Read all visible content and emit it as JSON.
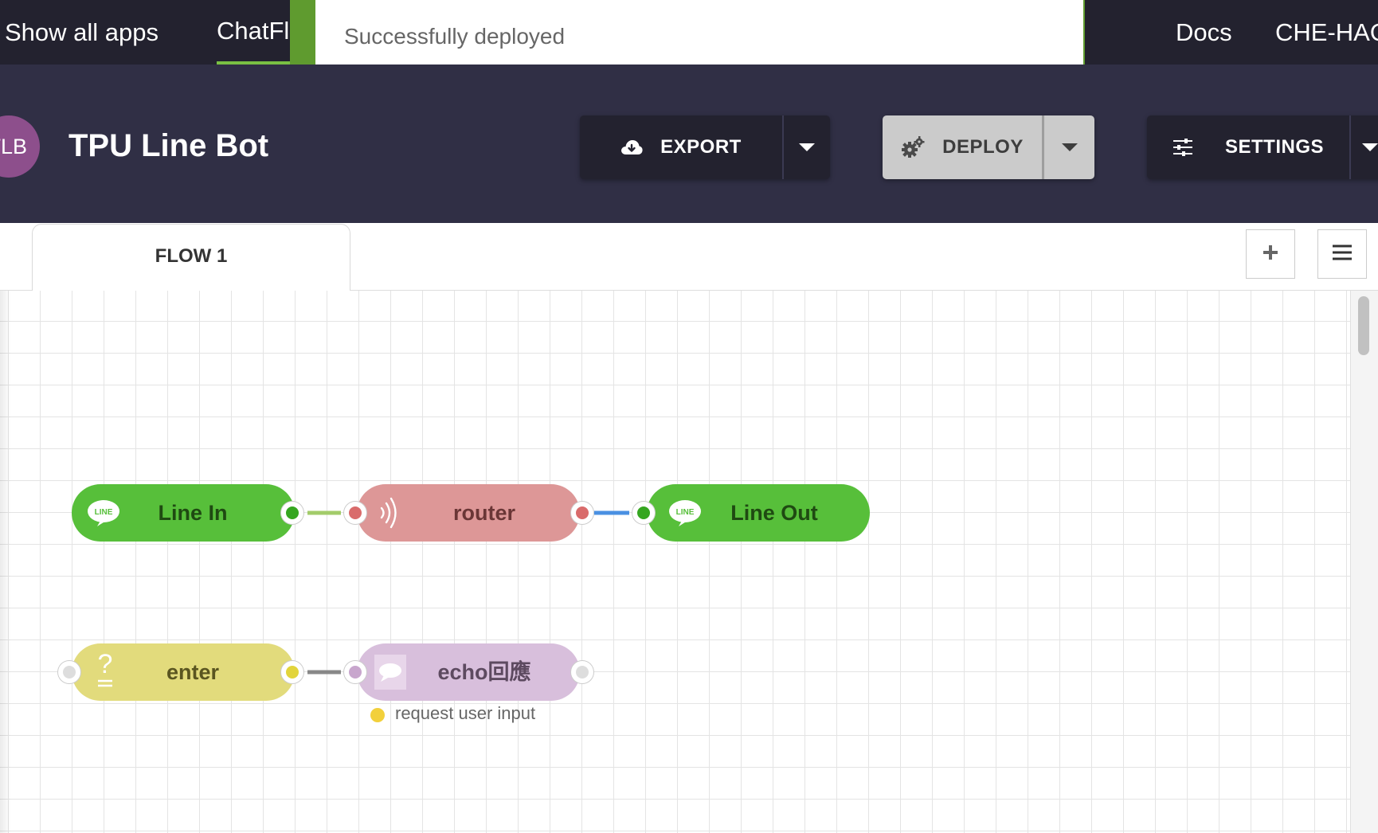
{
  "topnav": {
    "show_all_apps": "Show all apps",
    "chatflow": "ChatFl",
    "docs": "Docs",
    "user": "CHE-HAO"
  },
  "toast": {
    "message": "Successfully deployed",
    "accent_color": "#5f9b2f"
  },
  "header": {
    "avatar_initials": "TLB",
    "app_title": "TPU Line Bot",
    "buttons": {
      "export": "EXPORT",
      "deploy": "DEPLOY",
      "settings": "SETTINGS"
    }
  },
  "tabs": {
    "items": [
      {
        "label": "FLOW 1",
        "active": true
      }
    ]
  },
  "canvas": {
    "nodes": [
      {
        "id": "line-in",
        "label": "Line In",
        "color": "#57bf3a",
        "icon": "line-logo-icon"
      },
      {
        "id": "router",
        "label": "router",
        "color": "#dd9797",
        "icon": "router-signal-icon"
      },
      {
        "id": "line-out",
        "label": "Line Out",
        "color": "#57bf3a",
        "icon": "line-logo-icon"
      },
      {
        "id": "enter",
        "label": "enter",
        "color": "#e2db7c",
        "icon": "question-icon"
      },
      {
        "id": "echo",
        "label": "echo回應",
        "color": "#d8bfdc",
        "icon": "speech-bubble-icon"
      }
    ],
    "wires": [
      {
        "from": "line-in",
        "to": "router",
        "color": "#a3cc6a"
      },
      {
        "from": "router",
        "to": "line-out",
        "color": "#4a90e2"
      },
      {
        "from": "enter",
        "to": "echo",
        "color": "#888888"
      }
    ],
    "echo_status": "request user input",
    "echo_status_color": "#f2d03b"
  }
}
